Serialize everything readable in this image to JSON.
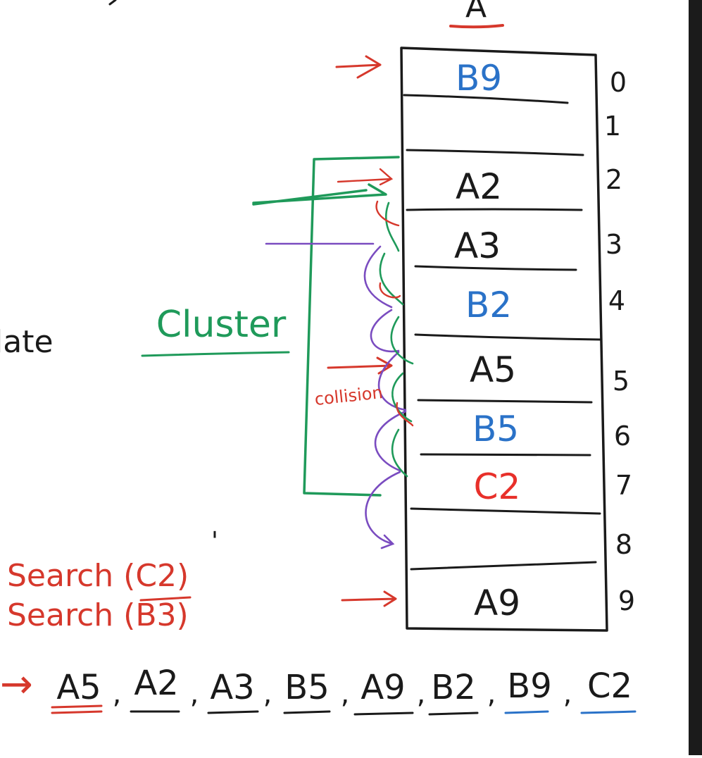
{
  "table": {
    "title": "A",
    "slots": [
      {
        "index": "0",
        "value": "B9",
        "color": "#2a72c8"
      },
      {
        "index": "1",
        "value": "",
        "color": "#1a1a1a"
      },
      {
        "index": "2",
        "value": "A2",
        "color": "#1a1a1a"
      },
      {
        "index": "3",
        "value": "A3",
        "color": "#1a1a1a"
      },
      {
        "index": "4",
        "value": "B2",
        "color": "#2a72c8"
      },
      {
        "index": "5",
        "value": "A5",
        "color": "#1a1a1a"
      },
      {
        "index": "6",
        "value": "B5",
        "color": "#2a72c8"
      },
      {
        "index": "7",
        "value": "C2",
        "color": "#e8302a"
      },
      {
        "index": "8",
        "value": "",
        "color": "#1a1a1a"
      },
      {
        "index": "9",
        "value": "A9",
        "color": "#1a1a1a"
      }
    ]
  },
  "labels": {
    "cluster": "Cluster",
    "collision": "collision",
    "left_fragment": "late",
    "search_1": "Search (C2)",
    "search_2": "Search (B3)",
    "tick_mark": "'"
  },
  "sequence": {
    "arrow": "→",
    "items": [
      "A5",
      "A2",
      "A3",
      "B5",
      "A9",
      "B2",
      "B9",
      "C2"
    ],
    "separator": ","
  },
  "colors": {
    "ink": "#1a1a1a",
    "blue": "#2a72c8",
    "red": "#d6382c",
    "green": "#1f9a5a",
    "purple": "#7a4cc0"
  }
}
